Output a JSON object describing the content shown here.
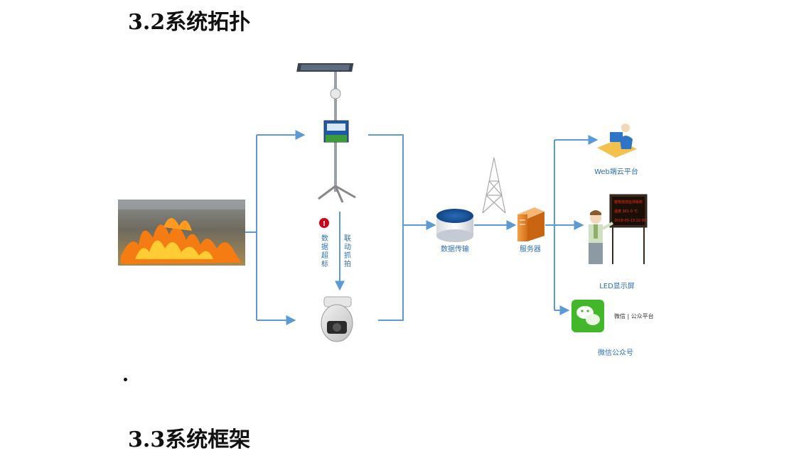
{
  "headings": {
    "section_1": "3.2系统拓扑",
    "section_2": "3.3系统框架"
  },
  "diagram": {
    "alarm_label": "数据超标",
    "trigger_label": "联动抓拍",
    "transmission_label": "数据传输",
    "server_label": "服务器",
    "web_label": "Web端云平台",
    "led_label": "LED显示屏",
    "wechat_label": "微信公众号",
    "wechat_inline": "微信 | 公众平台",
    "led_screen_lines": [
      "植物烧烧监测系统",
      "温度 161.0 ℃",
      "2018-05-13 22:00"
    ]
  },
  "colors": {
    "arrow": "#5b9bd5",
    "label": "#2e6fb0",
    "alarm": "#d0021b",
    "server": "#f08c2c",
    "wechat": "#42b72a",
    "led_text": "#ff2a1a"
  }
}
